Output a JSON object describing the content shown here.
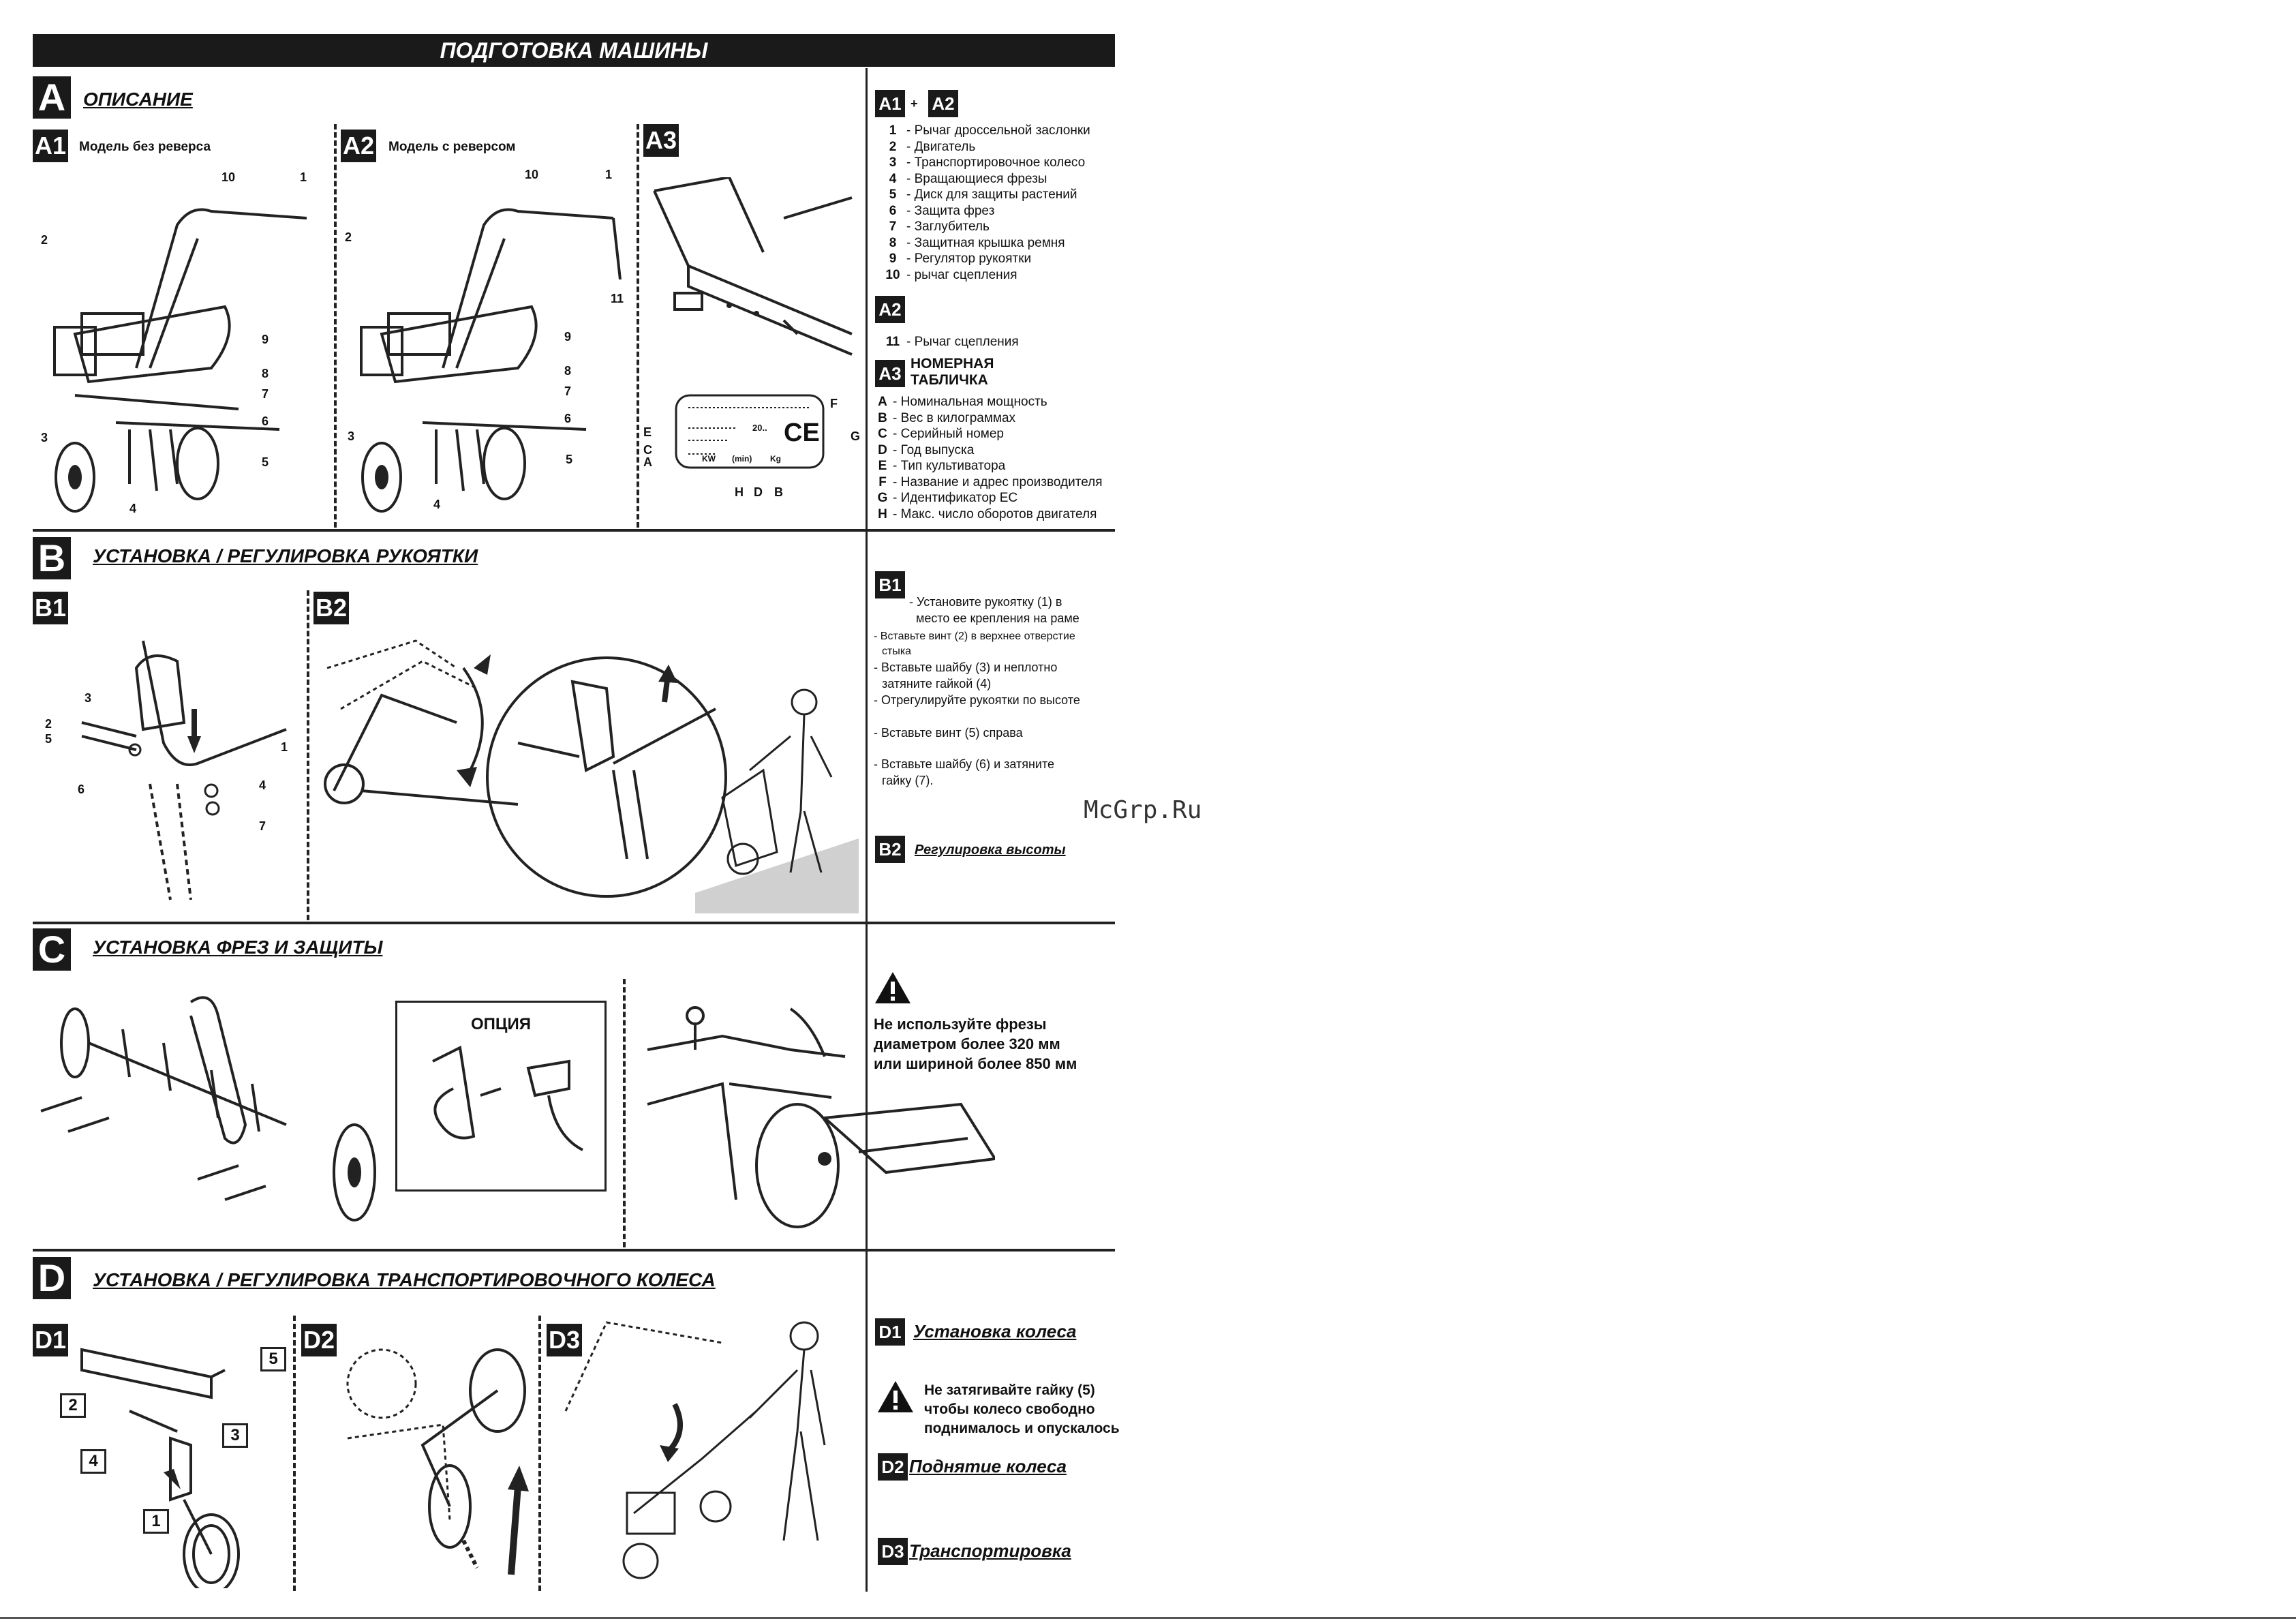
{
  "header": {
    "title": "ПОДГОТОВКА МАШИНЫ"
  },
  "section_a": {
    "badge": "A",
    "title": "ОПИСАНИЕ",
    "a1": {
      "badge": "A1",
      "caption": "Модель без реверса"
    },
    "a2": {
      "badge": "A2",
      "caption": "Модель с реверсом"
    },
    "a3": {
      "badge": "A3"
    },
    "fig_numbers_a1": [
      "10",
      "1",
      "2",
      "9",
      "8",
      "7",
      "6",
      "3",
      "5",
      "4"
    ],
    "fig_numbers_a2": [
      "10",
      "1",
      "2",
      "11",
      "9",
      "8",
      "7",
      "6",
      "3",
      "5",
      "4"
    ],
    "plate_letters": [
      "F",
      "E",
      "G",
      "C",
      "A",
      "H",
      "D",
      "B"
    ],
    "plate_fields": {
      "kw": "KW",
      "min": "(min)",
      "kg": "Kg",
      "year": "20..",
      "ce": "CE"
    }
  },
  "legend_a": {
    "badge1": "A1",
    "plus": "+",
    "badge2": "A2",
    "items": [
      {
        "n": "1",
        "t": "- Рычаг дроссельной заслонки"
      },
      {
        "n": "2",
        "t": "- Двигатель"
      },
      {
        "n": "3",
        "t": "- Транспортировочное колесо"
      },
      {
        "n": "4",
        "t": "- Вращающиеся фрезы"
      },
      {
        "n": "5",
        "t": "- Диск для защиты растений"
      },
      {
        "n": "6",
        "t": "- Защита фрез"
      },
      {
        "n": "7",
        "t": "- Заглубитель"
      },
      {
        "n": "8",
        "t": "- Защитная крышка ремня"
      },
      {
        "n": "9",
        "t": "- Регулятор рукоятки"
      },
      {
        "n": "10",
        "t": "- рычаг сцепления"
      }
    ],
    "a2_badge": "A2",
    "a2_item": {
      "n": "11",
      "t": "- Рычаг сцепления"
    },
    "a3_badge": "A3",
    "a3_title": "НОМЕРНАЯ ТАБЛИЧКА",
    "a3_items": [
      {
        "k": "A",
        "t": "- Номинальная мощность"
      },
      {
        "k": "B",
        "t": "- Вес в килограммах"
      },
      {
        "k": "C",
        "t": "- Серийный номер"
      },
      {
        "k": "D",
        "t": "- Год выпуска"
      },
      {
        "k": "E",
        "t": "- Тип культиватора"
      },
      {
        "k": "F",
        "t": "- Название и адрес производителя"
      },
      {
        "k": "G",
        "t": "- Идентификатор ЕС"
      },
      {
        "k": "H",
        "t": "- Макс. число оборотов двигателя"
      }
    ]
  },
  "section_b": {
    "badge": "B",
    "title": "УСТАНОВКА / РЕГУЛИРОВКА РУКОЯТКИ",
    "b1": "B1",
    "b2": "B2",
    "fig_numbers": [
      "3",
      "2",
      "5",
      "1",
      "6",
      "4",
      "7"
    ],
    "text_badge": "B1",
    "lines": [
      "- Установите рукоятку (1) в",
      "место ее крепления на раме",
      "- Вставьте винт (2) в верхнее отверстие",
      "стыка",
      "- Вставьте шайбу (3) и неплотно",
      "затяните гайкой (4)",
      "- Отрегулируйте рукоятки по высоте",
      "- Вставьте винт (5) справа",
      "- Вставьте шайбу (6) и затяните",
      "гайку (7)."
    ],
    "b2_badge": "B2",
    "b2_text": "Регулировка высоты"
  },
  "watermark": "McGrp.Ru",
  "section_c": {
    "badge": "C",
    "title": "УСТАНОВКА ФРЕЗ И ЗАЩИТЫ",
    "option": "ОПЦИЯ",
    "warning": [
      "Не используйте фрезы",
      "диаметром более 320 мм",
      "или шириной более 850 мм"
    ]
  },
  "section_d": {
    "badge": "D",
    "title": "УСТАНОВКА / РЕГУЛИРОВКА ТРАНСПОРТИРОВОЧНОГО КОЛЕСА",
    "d1": "D1",
    "d2": "D2",
    "d3": "D3",
    "steps": [
      "5",
      "2",
      "3",
      "4",
      "1"
    ],
    "d1_text": "Установка колеса",
    "warning": [
      "Не затягивайте гайку (5)",
      "чтобы колесо свободно",
      "поднималось и опускалось"
    ],
    "d2_text": "Поднятие колеса",
    "d3_text": "Транспортировка"
  }
}
